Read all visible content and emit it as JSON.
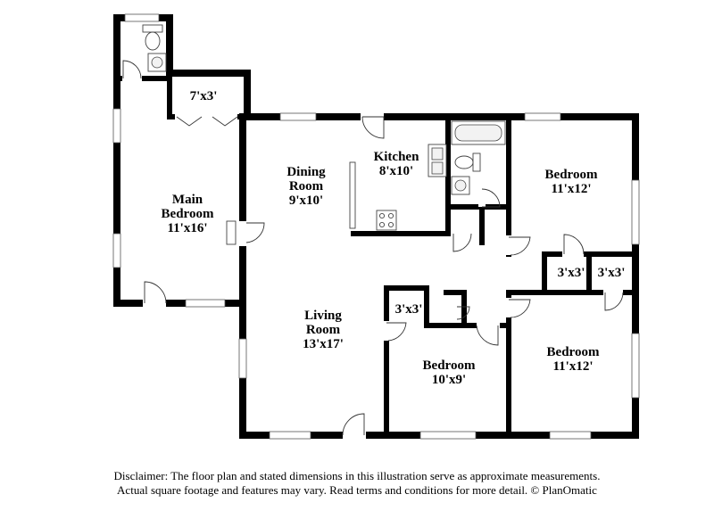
{
  "rooms": [
    {
      "id": "main-bedroom",
      "name_lines": [
        "Main",
        "Bedroom"
      ],
      "dimensions": "11'x16'"
    },
    {
      "id": "main-closet",
      "name_lines": [],
      "dimensions": "7'x3'"
    },
    {
      "id": "dining-room",
      "name_lines": [
        "Dining",
        "Room"
      ],
      "dimensions": "9'x10'"
    },
    {
      "id": "kitchen",
      "name_lines": [
        "Kitchen"
      ],
      "dimensions": "8'x10'"
    },
    {
      "id": "bedroom-northeast",
      "name_lines": [
        "Bedroom"
      ],
      "dimensions": "11'x12'"
    },
    {
      "id": "closet-1",
      "name_lines": [],
      "dimensions": "3'x3'"
    },
    {
      "id": "closet-2",
      "name_lines": [],
      "dimensions": "3'x3'"
    },
    {
      "id": "living-room",
      "name_lines": [
        "Living",
        "Room"
      ],
      "dimensions": "13'x17'"
    },
    {
      "id": "closet-3",
      "name_lines": [],
      "dimensions": "3'x3'"
    },
    {
      "id": "bedroom-south",
      "name_lines": [
        "Bedroom"
      ],
      "dimensions": "10'x9'"
    },
    {
      "id": "bedroom-southeast",
      "name_lines": [
        "Bedroom"
      ],
      "dimensions": "11'x12'"
    }
  ],
  "disclaimer": {
    "line1": "Disclaimer: The floor plan and stated dimensions in this illustration serve as approximate measurements.",
    "line2": "Actual square footage and features may vary. Read terms and conditions for more detail. © PlanOmatic"
  }
}
